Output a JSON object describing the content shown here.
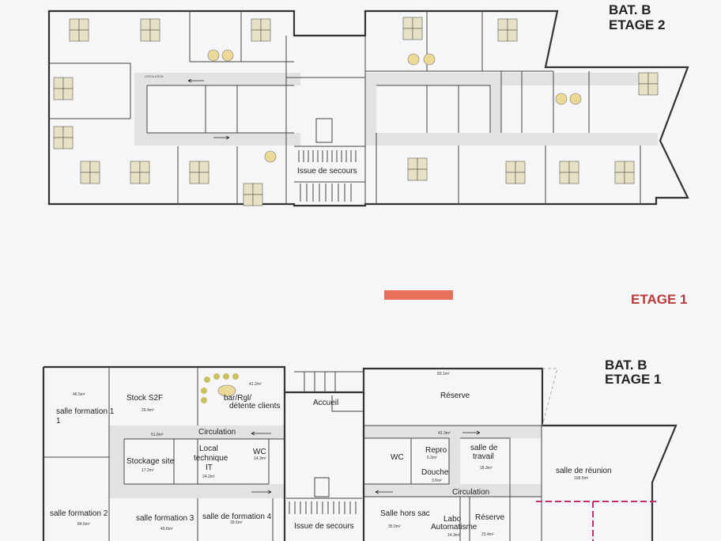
{
  "etage2": {
    "title_line1": "BAT. B",
    "title_line2": "ETAGE 2",
    "circulation": "CIRCULATION",
    "issue_de_secours": "Issue de secours"
  },
  "divider": {
    "label": "ETAGE 1",
    "bar_color": "#e8705a",
    "label_color": "#b83a3a"
  },
  "etage1": {
    "title_line1": "BAT. B",
    "title_line2": "ETAGE 1",
    "rooms": [
      {
        "name": "salle formation 1",
        "area": "46.5m²"
      },
      {
        "name": "Stock S2F",
        "area": "26.4m²"
      },
      {
        "name": "bar/Rgl/ détente clients",
        "area": "41.2m²"
      },
      {
        "name": "Accueil",
        "area": ""
      },
      {
        "name": "Circulation",
        "area": "51.8m²"
      },
      {
        "name": "Stockage site",
        "area": "17.2m²"
      },
      {
        "name": "Local technique IT",
        "area": "24.2m²"
      },
      {
        "name": "WC",
        "area": "14.3m²"
      },
      {
        "name": "salle formation 2",
        "area": "84.6m²"
      },
      {
        "name": "salle formation 3",
        "area": "40.6m²"
      },
      {
        "name": "salle de formation 4",
        "area": "39.6m²"
      },
      {
        "name": "Issue de secours",
        "area": ""
      },
      {
        "name": "Réserve",
        "area": "83.1m²"
      },
      {
        "name": "Circulation",
        "area": "42.3m²"
      },
      {
        "name": "WC",
        "area": ""
      },
      {
        "name": "Repro",
        "area": "6.3m²"
      },
      {
        "name": "Douche",
        "area": "3.6m²"
      },
      {
        "name": "salle de travail",
        "area": "18.3m²"
      },
      {
        "name": "salle de réunion",
        "area": "168.5m²"
      },
      {
        "name": "Salle hors sac",
        "area": "35.0m²"
      },
      {
        "name": "Labo Automatisme",
        "area": "14.3m²"
      },
      {
        "name": "Réserve",
        "area": "23.4m²"
      }
    ]
  }
}
